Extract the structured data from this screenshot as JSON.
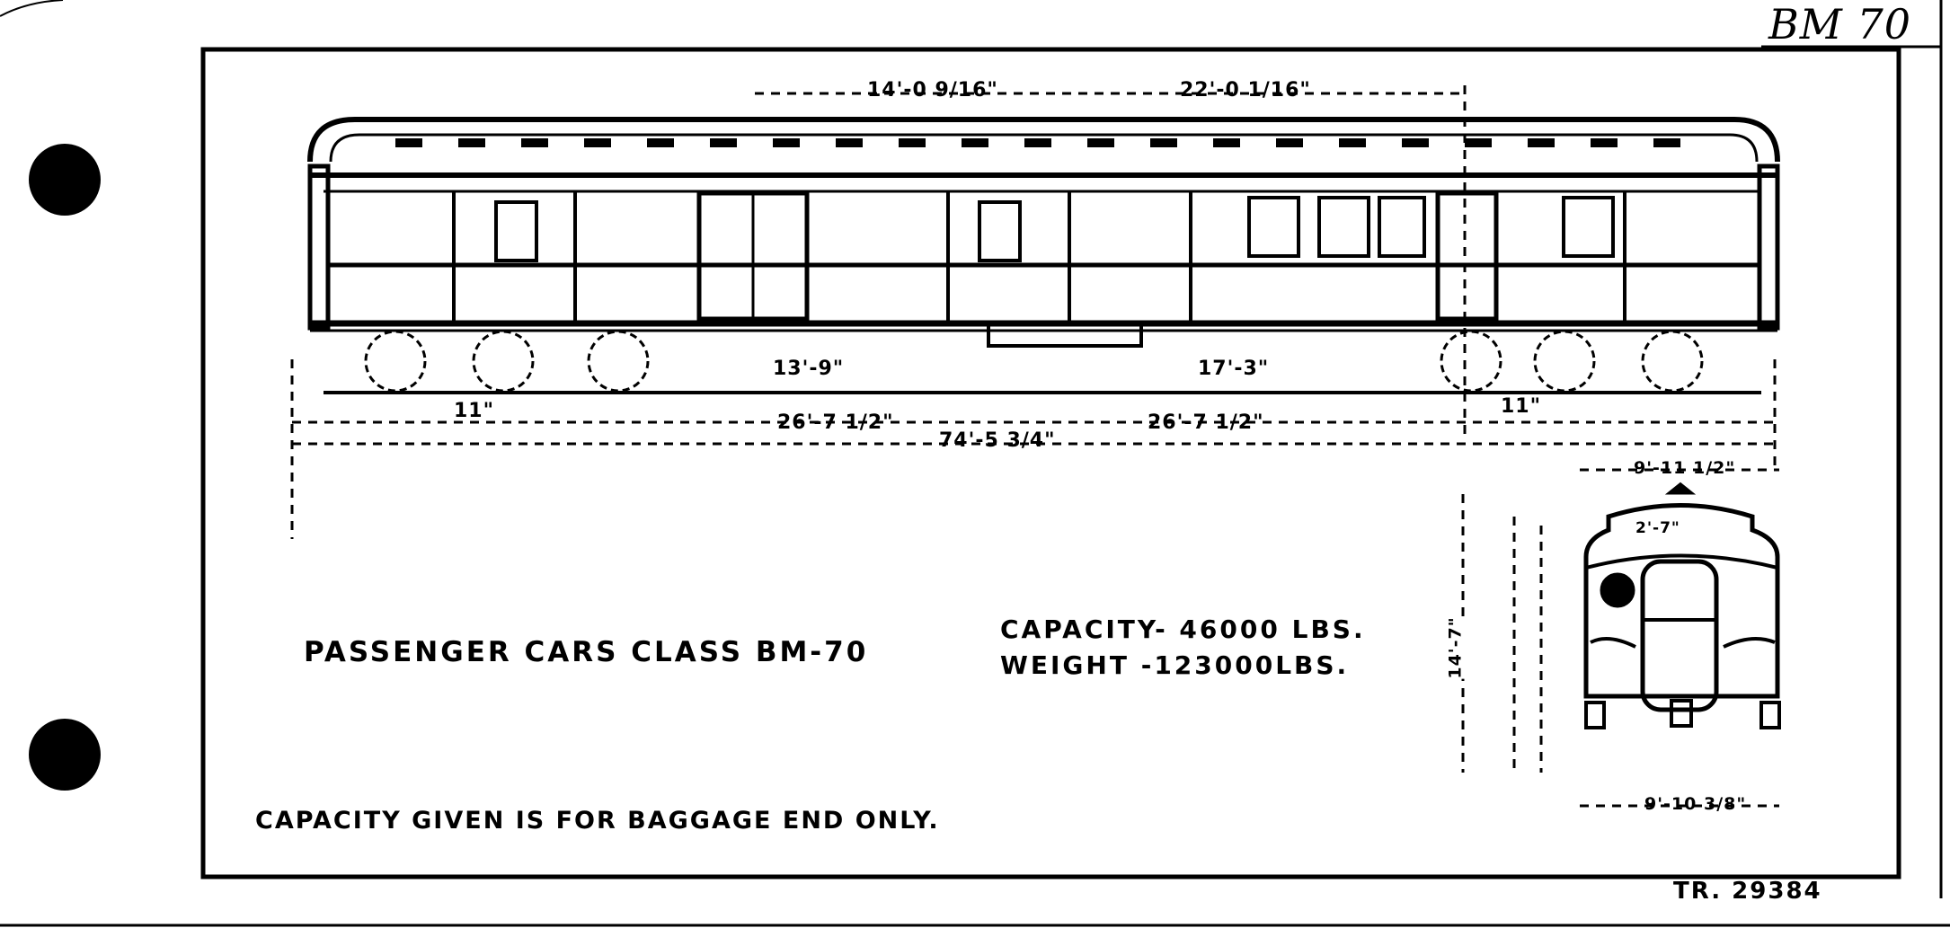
{
  "sheet_mark": "BM 70",
  "title": "PASSENGER CARS  CLASS  BM-70",
  "capacity": "CAPACITY- 46000 LBS.",
  "weight": "WEIGHT -123000LBS.",
  "note": "CAPACITY GIVEN IS FOR BAGGAGE END ONLY.",
  "drawing_number": "TR. 29384",
  "side_view_dimensions": {
    "top_left": "14'-0 9/16\"",
    "top_right": "22'-0 1/16\"",
    "truck_left": "13'-9\"",
    "truck_right": "17'-3\"",
    "wheelbase_left": "11\"",
    "wheelbase_right": "11\"",
    "centers_left": "26'-7 1/2\"",
    "centers_right": "26'-7 1/2\"",
    "overall_length": "74'-5 3/4\""
  },
  "end_view_dimensions": {
    "width_top": "9'-11 1/2\"",
    "width_bottom": "9'-10 3/8\"",
    "roof": "2'-7\"",
    "height": "14'-7\""
  }
}
